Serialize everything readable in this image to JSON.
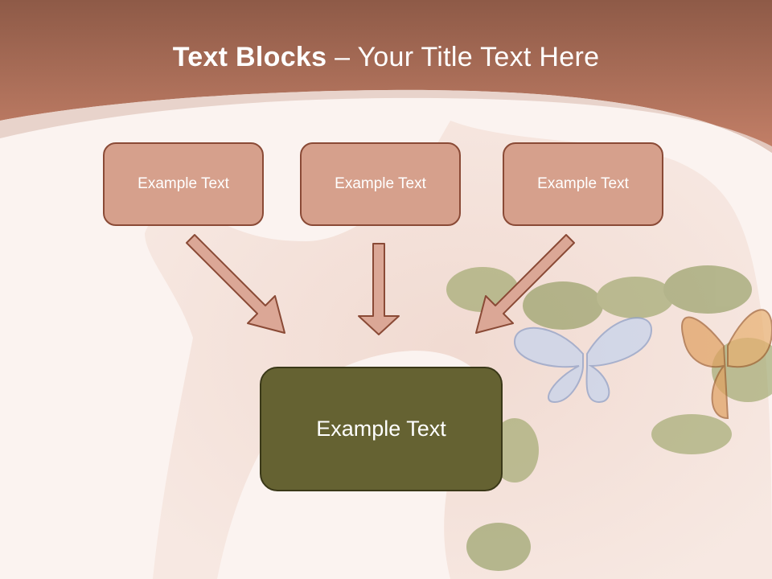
{
  "title": {
    "bold": "Text Blocks",
    "rest": " – Your Title Text Here"
  },
  "blocks": {
    "left": "Example Text",
    "middle": "Example Text",
    "right": "Example Text",
    "center": "Example Text"
  },
  "colors": {
    "header": "#b97660",
    "small_box_fill": "#d6a08c",
    "small_box_border": "#8a4a36",
    "big_box_fill": "#656232",
    "arrow_fill": "#dba796",
    "arrow_stroke": "#8a4a36"
  }
}
